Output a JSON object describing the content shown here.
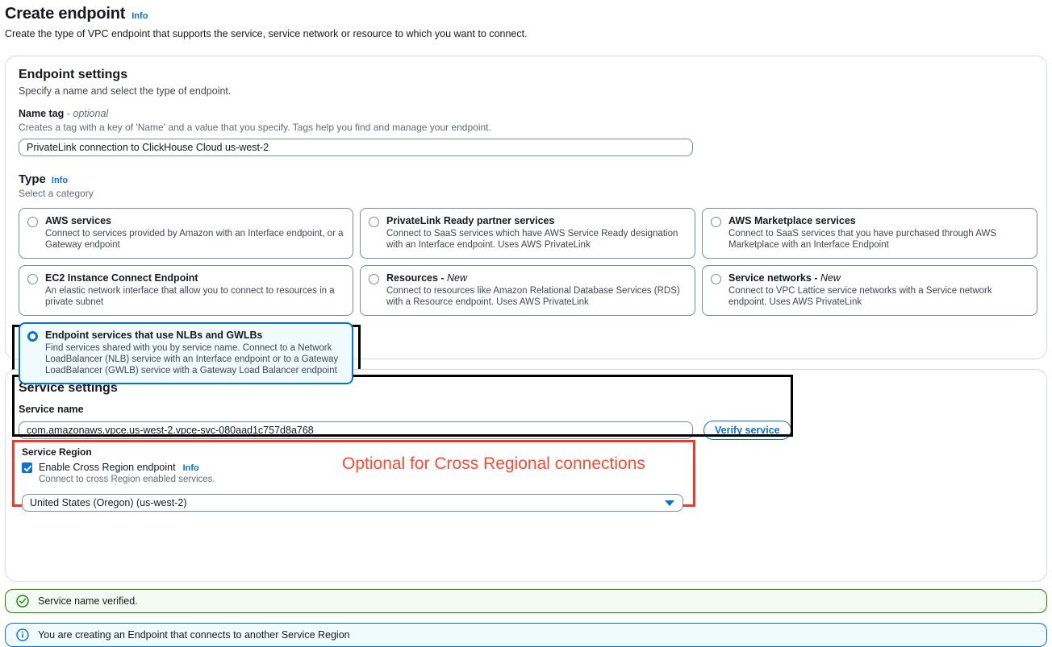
{
  "header": {
    "title": "Create endpoint",
    "info_label": "Info",
    "description": "Create the type of VPC endpoint that supports the service, service network or resource to which you want to connect."
  },
  "endpoint_settings": {
    "title": "Endpoint settings",
    "description": "Specify a name and select the type of endpoint.",
    "name_tag": {
      "label": "Name tag",
      "optional": "- optional",
      "hint": "Creates a tag with a key of 'Name' and a value that you specify. Tags help you find and manage your endpoint.",
      "value": "PrivateLink connection to ClickHouse Cloud us-west-2",
      "placeholder": "Name tag"
    },
    "type": {
      "label": "Type",
      "info_label": "Info",
      "sub": "Select a category",
      "options": [
        {
          "title": "AWS services",
          "new": "",
          "description": "Connect to services provided by Amazon with an Interface endpoint, or a Gateway endpoint",
          "selected": false
        },
        {
          "title": "PrivateLink Ready partner services",
          "new": "",
          "description": "Connect to SaaS services which have AWS Service Ready designation with an Interface endpoint. Uses AWS PrivateLink",
          "selected": false
        },
        {
          "title": "AWS Marketplace services",
          "new": "",
          "description": "Connect to SaaS services that you have purchased through AWS Marketplace with an Interface Endpoint",
          "selected": false
        },
        {
          "title": "EC2 Instance Connect Endpoint",
          "new": "",
          "description": "An elastic network interface that allow you to connect to resources in a private subnet",
          "selected": false
        },
        {
          "title": "Resources - ",
          "new": "New",
          "description": "Connect to resources like Amazon Relational Database Services (RDS) with a Resource endpoint. Uses AWS PrivateLink",
          "selected": false
        },
        {
          "title": "Service networks - ",
          "new": "New",
          "description": "Connect to VPC Lattice service networks with a Service network endpoint. Uses AWS PrivateLink",
          "selected": false
        }
      ],
      "selected_option": {
        "title": "Endpoint services that use NLBs and GWLBs",
        "description": "Find services shared with you by service name. Connect to a Network LoadBalancer (NLB) service with an Interface endpoint or to a Gateway LoadBalancer (GWLB) service with a Gateway Load Balancer endpoint"
      }
    }
  },
  "service_settings": {
    "title": "Service settings",
    "service_name": {
      "label": "Service name",
      "value": "com.amazonaws.vpce.us-west-2.vpce-svc-080aad1c757d8a768",
      "placeholder": "Service name"
    },
    "verify_button": "Verify service",
    "service_region": {
      "label": "Service Region",
      "checkbox_label": "Enable Cross Region endpoint",
      "info_label": "Info",
      "checkbox_sub": "Connect to cross Region enabled services.",
      "checkbox_checked": true,
      "selected_region": "United States (Oregon) (us-west-2)"
    },
    "annotation": "Optional for Cross Regional connections"
  },
  "alerts": {
    "success": "Service name verified.",
    "info": "You are creating an Endpoint that connects to another Service Region"
  },
  "colors": {
    "accent_blue": "#0972d3",
    "annotation_red": "#fa4b37",
    "highlight_black": "#000000",
    "success_green": "#1d8102",
    "selected_bg": "#f0fbff"
  }
}
